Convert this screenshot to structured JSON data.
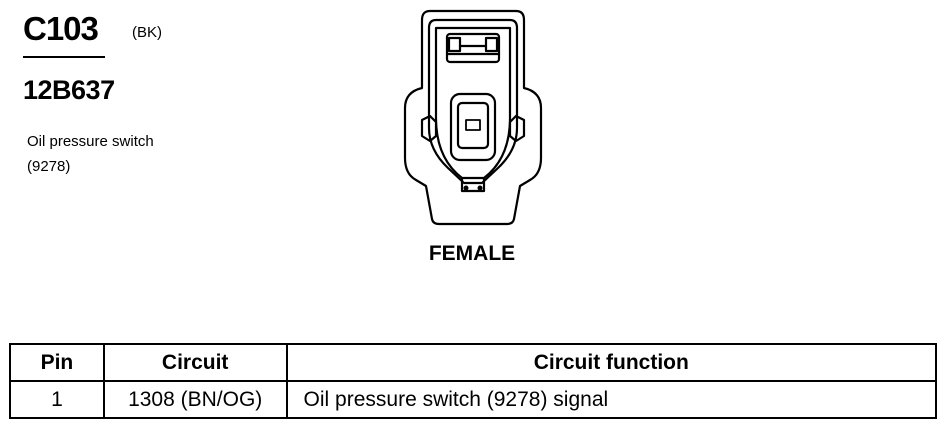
{
  "connector": {
    "id": "C103",
    "color": "(BK)",
    "part_number": "12B637",
    "component_name": "Oil pressure switch",
    "component_ref": "(9278)",
    "gender": "FEMALE"
  },
  "pin_table": {
    "headers": {
      "pin": "Pin",
      "circuit": "Circuit",
      "function": "Circuit function"
    },
    "rows": [
      {
        "pin": "1",
        "circuit": "1308 (BN/OG)",
        "function": "Oil pressure switch (9278) signal"
      }
    ]
  }
}
